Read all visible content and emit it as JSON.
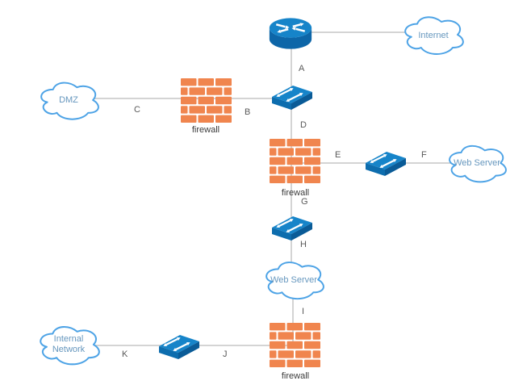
{
  "clouds": {
    "internet": {
      "label": "Internet"
    },
    "dmz": {
      "label": "DMZ"
    },
    "web_server_right": {
      "label": "Web Server"
    },
    "web_server_middle": {
      "label": "Web Server"
    },
    "internal_network": {
      "label": "Internal Network"
    }
  },
  "link_labels": {
    "a": "A",
    "b": "B",
    "c": "C",
    "d": "D",
    "e": "E",
    "f": "F",
    "g": "G",
    "h": "H",
    "i": "I",
    "j": "J",
    "k": "K"
  },
  "firewall_labels": {
    "top": "firewall",
    "middle": "firewall",
    "bottom": "firewall"
  },
  "icons": {
    "router": "router-icon",
    "switch": "switch-icon",
    "firewall": "firewall-brick-icon",
    "cloud": "cloud-icon"
  },
  "colors": {
    "device_blue_top": "#1684c9",
    "device_blue_front": "#0d6dae",
    "device_blue_side": "#0a5b97",
    "brick_orange": "#f0854e",
    "cloud_stroke": "#4da3e6",
    "cloud_text": "#6697be",
    "line_gray": "#d4d4d4",
    "edge_label_gray": "#595959",
    "firewall_label_dark": "#3a3a3a"
  }
}
